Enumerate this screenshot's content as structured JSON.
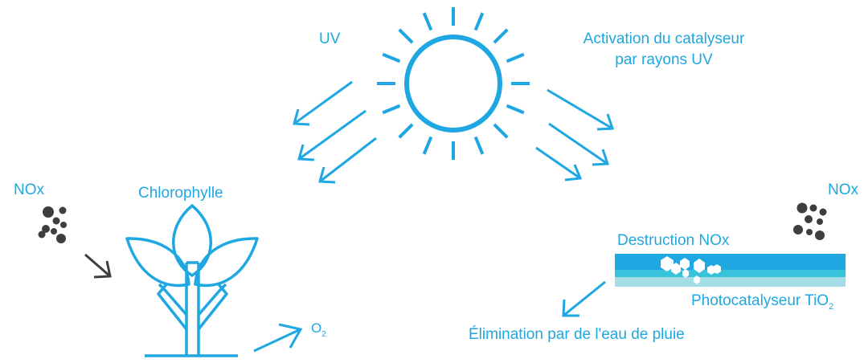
{
  "labels": {
    "uv": "UV",
    "activation_line1": "Activation du catalyseur",
    "activation_line2": "par rayons UV",
    "nox_left": "NOx",
    "nox_right": "NOx",
    "chlorophylle": "Chlorophylle",
    "o2_letter": "O",
    "o2_sub": "2",
    "destruction": "Destruction NOx",
    "photocatalyseur_text": "Photocatalyseur TiO",
    "photocatalyseur_sub": "2",
    "elimination": "Élimination par de l'eau de pluie"
  },
  "colors": {
    "accent_blue": "#1ea7e1",
    "dark_gray": "#3d3e40",
    "layer_top": "#1ea7e1",
    "layer_mid": "#37c3dc",
    "layer_bottom": "#a3dde6"
  },
  "icons": [
    "sun-icon",
    "plant-icon",
    "nox-particles-icon",
    "coated-surface-icon",
    "arrow-icon"
  ]
}
